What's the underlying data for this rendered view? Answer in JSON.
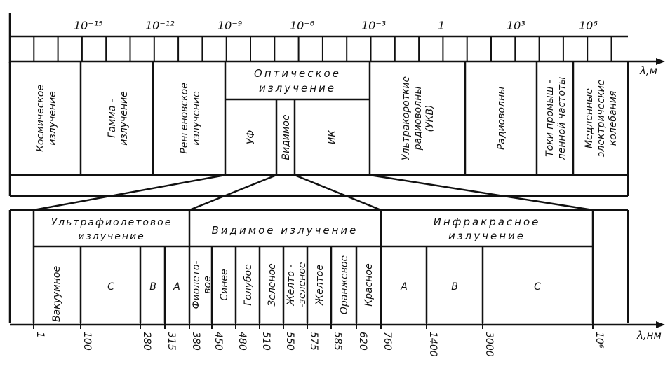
{
  "top_scale": {
    "exponents": [
      "10⁻¹⁵",
      "10⁻¹²",
      "10⁻⁹",
      "10⁻⁶",
      "10⁻³",
      "1",
      "10³",
      "10⁶"
    ],
    "axis_label": "λ,м"
  },
  "bands": {
    "cosmic": [
      "Космическое",
      "излучение"
    ],
    "gamma": [
      "Гамма -",
      "излучение"
    ],
    "xray": [
      "Ренгеновское",
      "излучение"
    ],
    "optical": [
      "Оптическое",
      "излучение"
    ],
    "uv": "УФ",
    "visible": "Видимое",
    "ir": "ИК",
    "vhf": [
      "Ультракороткие",
      "радиоволны",
      "(УКВ)"
    ],
    "radio": "Радиоволны",
    "industrial": [
      "Токи промыш -",
      "ленной частоты"
    ],
    "slow": [
      "Медленные",
      "электрические",
      "колебания"
    ]
  },
  "bottom": {
    "uv_title": [
      "Ультрафиолетовое",
      "излучение"
    ],
    "visible_title": "Видимое излучение",
    "ir_title": [
      "Инфракрасное",
      "излучение"
    ],
    "uv_sub": [
      "Вакуумное",
      "С",
      "В",
      "А"
    ],
    "colors": [
      [
        "Фиолето-",
        "вое"
      ],
      [
        "Синее"
      ],
      [
        "Голубое"
      ],
      [
        "Зеленое"
      ],
      [
        "Желто -",
        "-зеленое"
      ],
      [
        "Желтое"
      ],
      [
        "Оранжевое"
      ],
      [
        "Красное"
      ]
    ],
    "ir_sub": [
      "А",
      "В",
      "С"
    ],
    "ticks": [
      "1",
      "100",
      "280",
      "315",
      "380",
      "450",
      "480",
      "510",
      "550",
      "575",
      "585",
      "620",
      "760",
      "1400",
      "3000",
      "10⁶"
    ],
    "axis_label": "λ,нм"
  }
}
